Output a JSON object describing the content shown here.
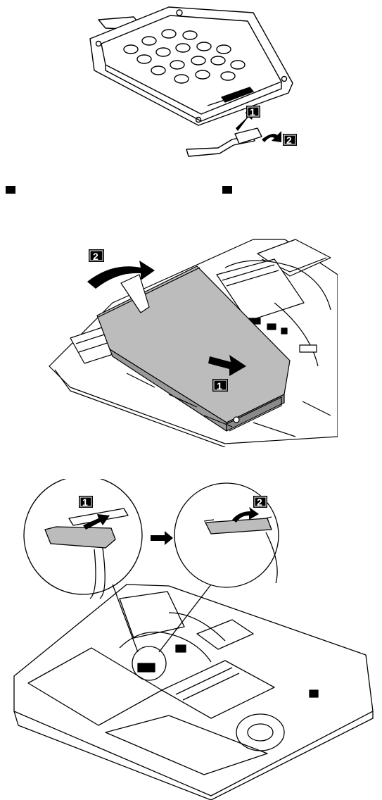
{
  "page": {
    "background": "#ffffff",
    "ink": "#000000"
  },
  "figure_top": {
    "name": "drive-bracket-connector",
    "callouts": [
      "1",
      "2"
    ]
  },
  "bullets": {
    "count": 2
  },
  "figure_middle": {
    "name": "remove-storage-drive",
    "callouts": [
      "1",
      "2"
    ]
  },
  "figure_bottom": {
    "name": "disconnect-cable-detail",
    "callouts": [
      "1",
      "2"
    ]
  }
}
